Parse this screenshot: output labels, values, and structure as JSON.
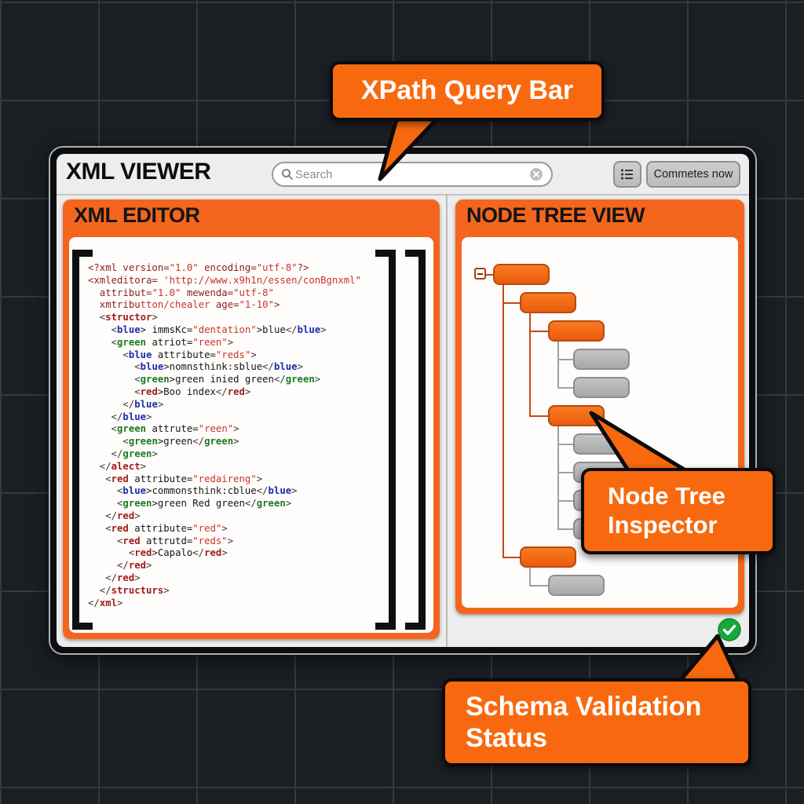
{
  "app": {
    "title": "XML VIEWER"
  },
  "header": {
    "search_placeholder": "Search",
    "commetes_button": "Commetes now",
    "icons": {
      "search": "magnifier-icon",
      "clear": "circle-x-icon",
      "list": "list-icon"
    }
  },
  "editor": {
    "title": "XML EDITOR",
    "code_lines": [
      [
        [
          "<?xml version=",
          "pi"
        ],
        [
          "\"1.0\"",
          "val"
        ],
        [
          " encoding=",
          "pi"
        ],
        [
          "\"utf-8\"",
          "val"
        ],
        [
          "?>",
          "pi"
        ]
      ],
      [
        [
          "<xmleditora= ",
          "pi"
        ],
        [
          "'http://www.x9h1n/essen/conBgnxml\"",
          "val"
        ]
      ],
      [
        [
          "  attribut=",
          "pi"
        ],
        [
          "\"1.0\"",
          "val"
        ],
        [
          " mewenda=",
          "pi"
        ],
        [
          "\"utf-8\"",
          "val"
        ]
      ],
      [
        [
          "  xmtribu",
          "pi"
        ],
        [
          "tton/chealer",
          "val"
        ],
        [
          " age=",
          "pi"
        ],
        [
          "\"1-10\"",
          "val"
        ],
        [
          ">",
          "pi"
        ]
      ],
      [
        [
          "  <",
          "pu"
        ],
        [
          "structor",
          "tr"
        ],
        [
          ">",
          "pu"
        ]
      ],
      [
        [
          "    <",
          "pu"
        ],
        [
          "blue",
          "tb"
        ],
        [
          "> immsKc=",
          "pl"
        ],
        [
          "\"dentation\"",
          "val"
        ],
        [
          ">blue",
          "pl"
        ],
        [
          "</",
          "pu"
        ],
        [
          "blue",
          "tb"
        ],
        [
          ">",
          "pu"
        ]
      ],
      [
        [
          "    <",
          "pu"
        ],
        [
          "green",
          "tg"
        ],
        [
          " atriot=",
          "pl"
        ],
        [
          "\"reen\"",
          "val"
        ],
        [
          ">",
          "pu"
        ]
      ],
      [
        [
          "      <",
          "pu"
        ],
        [
          "blue",
          "tb"
        ],
        [
          " attribute=",
          "pl"
        ],
        [
          "\"reds\"",
          "val"
        ],
        [
          ">",
          "pu"
        ]
      ],
      [
        [
          "        <",
          "pu"
        ],
        [
          "blue",
          "tb"
        ],
        [
          ">nomnsthink:sblue",
          "pl"
        ],
        [
          "</",
          "pu"
        ],
        [
          "blue",
          "tb"
        ],
        [
          ">",
          "pu"
        ]
      ],
      [
        [
          "        <",
          "pu"
        ],
        [
          "green",
          "tg"
        ],
        [
          ">green inied green",
          "pl"
        ],
        [
          "</",
          "pu"
        ],
        [
          "green",
          "tg"
        ],
        [
          ">",
          "pu"
        ]
      ],
      [
        [
          "        <",
          "pu"
        ],
        [
          "red",
          "tr"
        ],
        [
          ">Boo index",
          "pl"
        ],
        [
          "</",
          "pu"
        ],
        [
          "red",
          "tr"
        ],
        [
          ">",
          "pu"
        ]
      ],
      [
        [
          "      </",
          "pu"
        ],
        [
          "blue",
          "tb"
        ],
        [
          ">",
          "pu"
        ]
      ],
      [
        [
          "    </",
          "pu"
        ],
        [
          "blue",
          "tb"
        ],
        [
          ">",
          "pu"
        ]
      ],
      [
        [
          "    <",
          "pu"
        ],
        [
          "green",
          "tg"
        ],
        [
          " attrute=",
          "pl"
        ],
        [
          "\"reen\"",
          "val"
        ],
        [
          ">",
          "pu"
        ]
      ],
      [
        [
          "      <",
          "pu"
        ],
        [
          "green",
          "tg"
        ],
        [
          ">green",
          "pl"
        ],
        [
          "</",
          "pu"
        ],
        [
          "green",
          "tg"
        ],
        [
          ">",
          "pu"
        ]
      ],
      [
        [
          "    </",
          "pu"
        ],
        [
          "green",
          "tg"
        ],
        [
          ">",
          "pu"
        ]
      ],
      [
        [
          "  </",
          "pu"
        ],
        [
          "alect",
          "tr"
        ],
        [
          ">",
          "pu"
        ]
      ],
      [
        [
          "   <",
          "pu"
        ],
        [
          "red",
          "tr"
        ],
        [
          " attribute=",
          "pl"
        ],
        [
          "\"redaireng\"",
          "val"
        ],
        [
          ">",
          "pu"
        ]
      ],
      [
        [
          "     <",
          "pu"
        ],
        [
          "blue",
          "tb"
        ],
        [
          ">commonsthink:cblue",
          "pl"
        ],
        [
          "</",
          "pu"
        ],
        [
          "blue",
          "tb"
        ],
        [
          ">",
          "pu"
        ]
      ],
      [
        [
          "     <",
          "pu"
        ],
        [
          "green",
          "tg"
        ],
        [
          ">green Red green",
          "pl"
        ],
        [
          "</",
          "pu"
        ],
        [
          "green",
          "tg"
        ],
        [
          ">",
          "pu"
        ]
      ],
      [
        [
          "   </",
          "pu"
        ],
        [
          "red",
          "tr"
        ],
        [
          ">",
          "pu"
        ]
      ],
      [
        [
          "   <",
          "pu"
        ],
        [
          "red",
          "tr"
        ],
        [
          " attribute=",
          "pl"
        ],
        [
          "\"red\"",
          "val"
        ],
        [
          ">",
          "pu"
        ]
      ],
      [
        [
          "     <",
          "pu"
        ],
        [
          "red",
          "tr"
        ],
        [
          " attrutd=",
          "pl"
        ],
        [
          "\"reds\"",
          "val"
        ],
        [
          ">",
          "pu"
        ]
      ],
      [
        [
          "       <",
          "pu"
        ],
        [
          "red",
          "tr"
        ],
        [
          ">Capalo",
          "pl"
        ],
        [
          "</",
          "pu"
        ],
        [
          "red",
          "tr"
        ],
        [
          ">",
          "pu"
        ]
      ],
      [
        [
          "     </",
          "pu"
        ],
        [
          "red",
          "tr"
        ],
        [
          ">",
          "pu"
        ]
      ],
      [
        [
          "   </",
          "pu"
        ],
        [
          "red",
          "tr"
        ],
        [
          ">",
          "pu"
        ]
      ],
      [
        [
          "  </",
          "pu"
        ],
        [
          "structurs",
          "tr"
        ],
        [
          ">",
          "pu"
        ]
      ],
      [
        [
          "</",
          "pu"
        ],
        [
          "xml",
          "tr"
        ],
        [
          ">",
          "pu"
        ]
      ]
    ]
  },
  "tree": {
    "title": "NODE TREE VIEW",
    "root": {
      "color": "orange",
      "children": [
        {
          "color": "orange",
          "children": [
            {
              "color": "orange",
              "children": [
                {
                  "color": "gray"
                },
                {
                  "color": "gray"
                }
              ]
            },
            {
              "color": "orange",
              "inspected": true,
              "children": [
                {
                  "color": "gray"
                },
                {
                  "color": "gray"
                },
                {
                  "color": "gray"
                },
                {
                  "color": "gray"
                }
              ]
            }
          ]
        },
        {
          "color": "orange",
          "children": [
            {
              "color": "gray"
            }
          ]
        }
      ]
    }
  },
  "callouts": {
    "xpath": "XPath Query Bar",
    "inspector_line1": "Node Tree",
    "inspector_line2": "Inspector",
    "schema_line1": "Schema Validation",
    "schema_line2": "Status"
  },
  "status": {
    "schema_valid": true,
    "icon": "check-circle-icon"
  },
  "colors": {
    "panel_orange": "#f4661e",
    "callout_orange": "#f8690f",
    "status_green": "#18a63d",
    "node_gray": "#b3b3b3",
    "tag_blue": "#1b2bb0",
    "tag_green": "#1d7a1f",
    "tag_red": "#a01b1b",
    "attr_value_red": "#c5342b"
  }
}
